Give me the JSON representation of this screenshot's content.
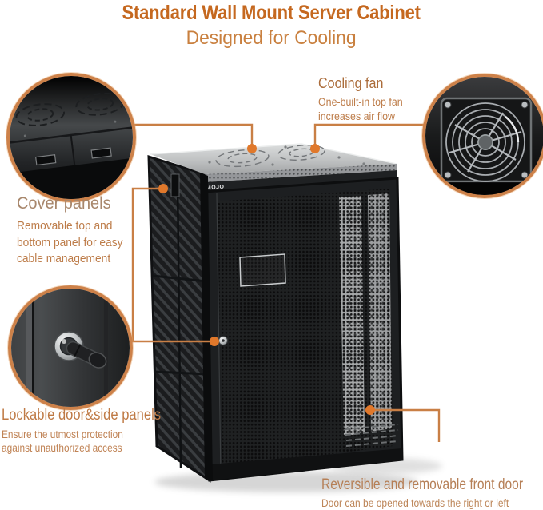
{
  "header": {
    "title": "Standard Wall Mount Server Cabinet",
    "subtitle": "Designed for Cooling"
  },
  "brand": "MOJO",
  "callouts": {
    "cooling_fan": {
      "heading": "Cooling fan",
      "lines": [
        "One-built-in top fan",
        "increases air flow"
      ]
    },
    "cover_panels": {
      "heading": "Cover panels",
      "lines": [
        "Removable top and",
        "bottom panel for easy",
        "cable management"
      ]
    },
    "lockable": {
      "heading": "Lockable door&side panels",
      "lines": [
        "Ensure the utmost protection",
        "against unauthorized access"
      ]
    },
    "front_door": {
      "heading": "Reversible and removable front door",
      "lines": [
        "Door can be opened towards the right or left"
      ]
    }
  },
  "colors": {
    "title-orange": "#c5681f",
    "subtitle-orange": "#c9803f",
    "line-orange": "#c97f45",
    "dot-orange": "#e0782b",
    "ring-orange": "#cd8149"
  }
}
